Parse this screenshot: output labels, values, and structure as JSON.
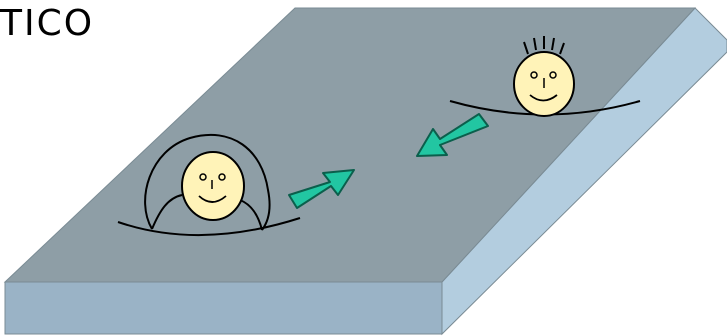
{
  "title": {
    "text": "TICO"
  },
  "colors": {
    "slab_top": "#8e9ea6",
    "slab_front": "#9ab3c6",
    "slab_side": "#b3cddf",
    "slab_edge": "#7a8b94",
    "face_fill": "#fff3b8",
    "arrow_fill": "#22c6a2",
    "arrow_stroke": "#0b5f4c",
    "ink": "#000000"
  },
  "figures": [
    {
      "name": "robed-person",
      "arrow_direction": "toward-center"
    },
    {
      "name": "spiky-hair-person",
      "arrow_direction": "toward-center"
    }
  ]
}
